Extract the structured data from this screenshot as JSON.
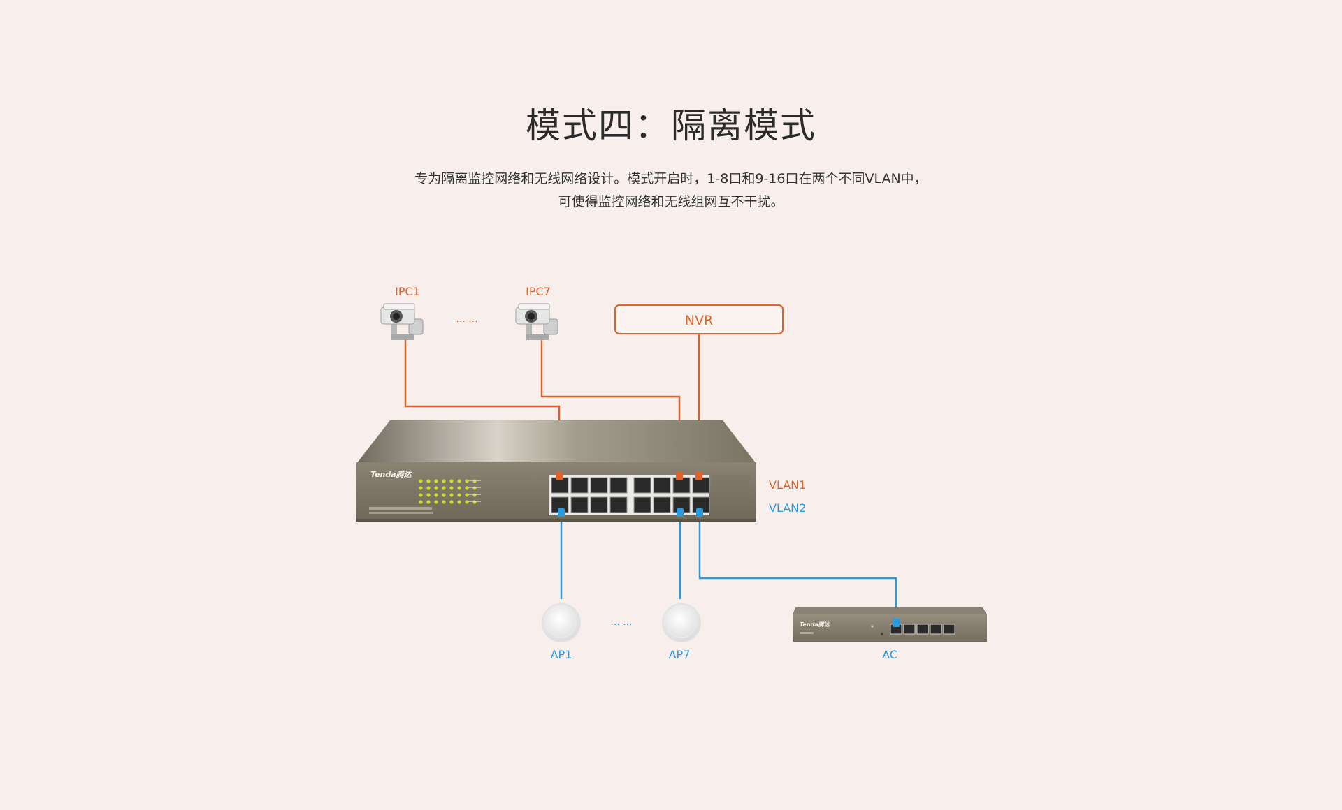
{
  "title": "模式四：隔离模式",
  "description": {
    "line1": "专为隔离监控网络和无线网络设计。模式开启时，1-8口和9-16口在两个不同VLAN中，",
    "line2": "可使得监控网络和无线组网互不干扰。"
  },
  "colors": {
    "vlan1": "#e0622a",
    "vlan2": "#2b9be0",
    "background": "#f8efec"
  },
  "devices": {
    "ipc1": "IPC1",
    "ipc7": "IPC7",
    "ipc_ellipsis": "... ...",
    "nvr": "NVR",
    "ap1": "AP1",
    "ap7": "AP7",
    "ap_ellipsis": "... ...",
    "ac": "AC",
    "switch_brand": "Tenda腾达",
    "ac_brand": "Tenda腾达"
  },
  "legend": {
    "vlan1": "VLAN1",
    "vlan2": "VLAN2"
  }
}
